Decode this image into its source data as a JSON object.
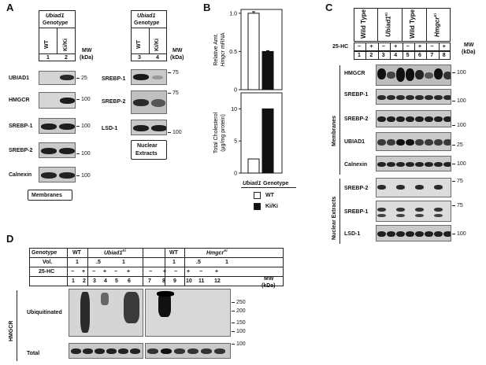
{
  "panel_labels": {
    "a": "A",
    "b": "B",
    "c": "C",
    "d": "D"
  },
  "panel_a": {
    "genotype_header_gene": "Ubiad1",
    "genotype_header_word": "Genotype",
    "lane_labels": [
      "WT",
      "Ki/Ki",
      "WT",
      "Ki/Ki"
    ],
    "lane_numbers": [
      "1",
      "2",
      "3",
      "4"
    ],
    "mw_title_1": "MW",
    "mw_title_2": "(kDa)",
    "membrane_rows": [
      {
        "label": "UBIAD1",
        "marker": "25"
      },
      {
        "label": "HMGCR",
        "marker": "100"
      },
      {
        "label": "SREBP-1",
        "marker": "100"
      },
      {
        "label": "SREBP-2",
        "marker": "100"
      },
      {
        "label": "Calnexin",
        "marker": "100"
      }
    ],
    "membranes_label": "Membranes",
    "nuclear_rows": [
      {
        "label": "SREBP-1",
        "marker": "75"
      },
      {
        "label": "SREBP-2",
        "marker": "75"
      },
      {
        "label": "LSD-1",
        "marker": "100"
      }
    ],
    "nuclear_label_1": "Nuclear",
    "nuclear_label_2": "Extracts"
  },
  "panel_b": {
    "chart_data": [
      {
        "type": "bar",
        "categories": [
          "WT",
          "Ki/Ki"
        ],
        "values": [
          1.0,
          0.5
        ],
        "error": [
          0.02,
          0.01
        ],
        "ylabel_line1": "Relative Amt.",
        "ylabel_gene": "Hmgcr",
        "ylabel_suffix": "mRNA",
        "ylim": [
          0,
          1.05
        ],
        "yticks": [
          "0",
          "0.5",
          "1.0"
        ],
        "colors": [
          "#ffffff",
          "#111111"
        ]
      },
      {
        "type": "bar",
        "categories": [
          "WT",
          "Ki/Ki"
        ],
        "values": [
          2.2,
          10
        ],
        "ylabel_line1": "Total Cholesterol",
        "ylabel_line2": "(μg/mg protein)",
        "ylim": [
          0,
          12.5
        ],
        "yticks": [
          "0",
          "5",
          "10"
        ],
        "colors": [
          "#ffffff",
          "#111111"
        ]
      }
    ],
    "legend_gene": "Ubiad1",
    "legend_suffix": "Genotype",
    "legend_items": [
      {
        "label": "WT",
        "color": "#ffffff"
      },
      {
        "label": "Ki/Ki",
        "color": "#111111"
      }
    ]
  },
  "panel_c": {
    "genotypes": [
      {
        "name": "Wild Type",
        "sup": ""
      },
      {
        "name": "Ubiad1",
        "sup": "Ki"
      },
      {
        "name": "Wild Type",
        "sup": ""
      },
      {
        "name": "Hmgcr",
        "sup": "Ki"
      }
    ],
    "hc_label": "25-HC",
    "hc_signs": [
      "−",
      "+",
      "−",
      "+",
      "−",
      "+",
      "−",
      "+"
    ],
    "lane_numbers": [
      "1",
      "2",
      "3",
      "4",
      "5",
      "6",
      "7",
      "8"
    ],
    "mw_title_1": "MW",
    "mw_title_2": "(kDa)",
    "membrane_rows": [
      {
        "label": "HMGCR",
        "marker": "100"
      },
      {
        "label": "SREBP-1",
        "marker": "100"
      },
      {
        "label": "SREBP-2",
        "marker": "100"
      },
      {
        "label": "UBIAD1",
        "marker": "25"
      },
      {
        "label": "Calnexin",
        "marker": "100"
      }
    ],
    "membranes_side": "Membranes",
    "nuclear_rows": [
      {
        "label": "SREBP-2",
        "marker": "75"
      },
      {
        "label": "SREBP-1",
        "marker": "75"
      },
      {
        "label": "LSD-1",
        "marker": "100"
      }
    ],
    "nuclear_side": "Nuclear Extracts"
  },
  "panel_d": {
    "genotype_label": "Genotype",
    "vol_label": "Vol.",
    "hc_label": "25-HC",
    "left_groups": [
      {
        "name": "WT",
        "sup": ""
      },
      {
        "name": "Ubiad1",
        "sup": "Ki"
      }
    ],
    "right_groups": [
      {
        "name": "WT",
        "sup": ""
      },
      {
        "name": "Hmgcr",
        "sup": "Ki"
      }
    ],
    "vols": [
      "1",
      ".5",
      "1"
    ],
    "hc_signs": [
      "−",
      "+",
      "−",
      "+",
      "−",
      "+"
    ],
    "lane_numbers_left": [
      "1",
      "2",
      "3",
      "4",
      "5",
      "6"
    ],
    "lane_numbers_right": [
      "7",
      "8",
      "9",
      "10",
      "11",
      "12"
    ],
    "mw_title_1": "MW",
    "mw_title_2": "(kDa)",
    "ubiq_markers": [
      "250",
      "200",
      "150",
      "100"
    ],
    "total_marker": "100",
    "ubiq_label": "Ubiquitinated",
    "total_label": "Total",
    "side_label": "HMGCR"
  }
}
